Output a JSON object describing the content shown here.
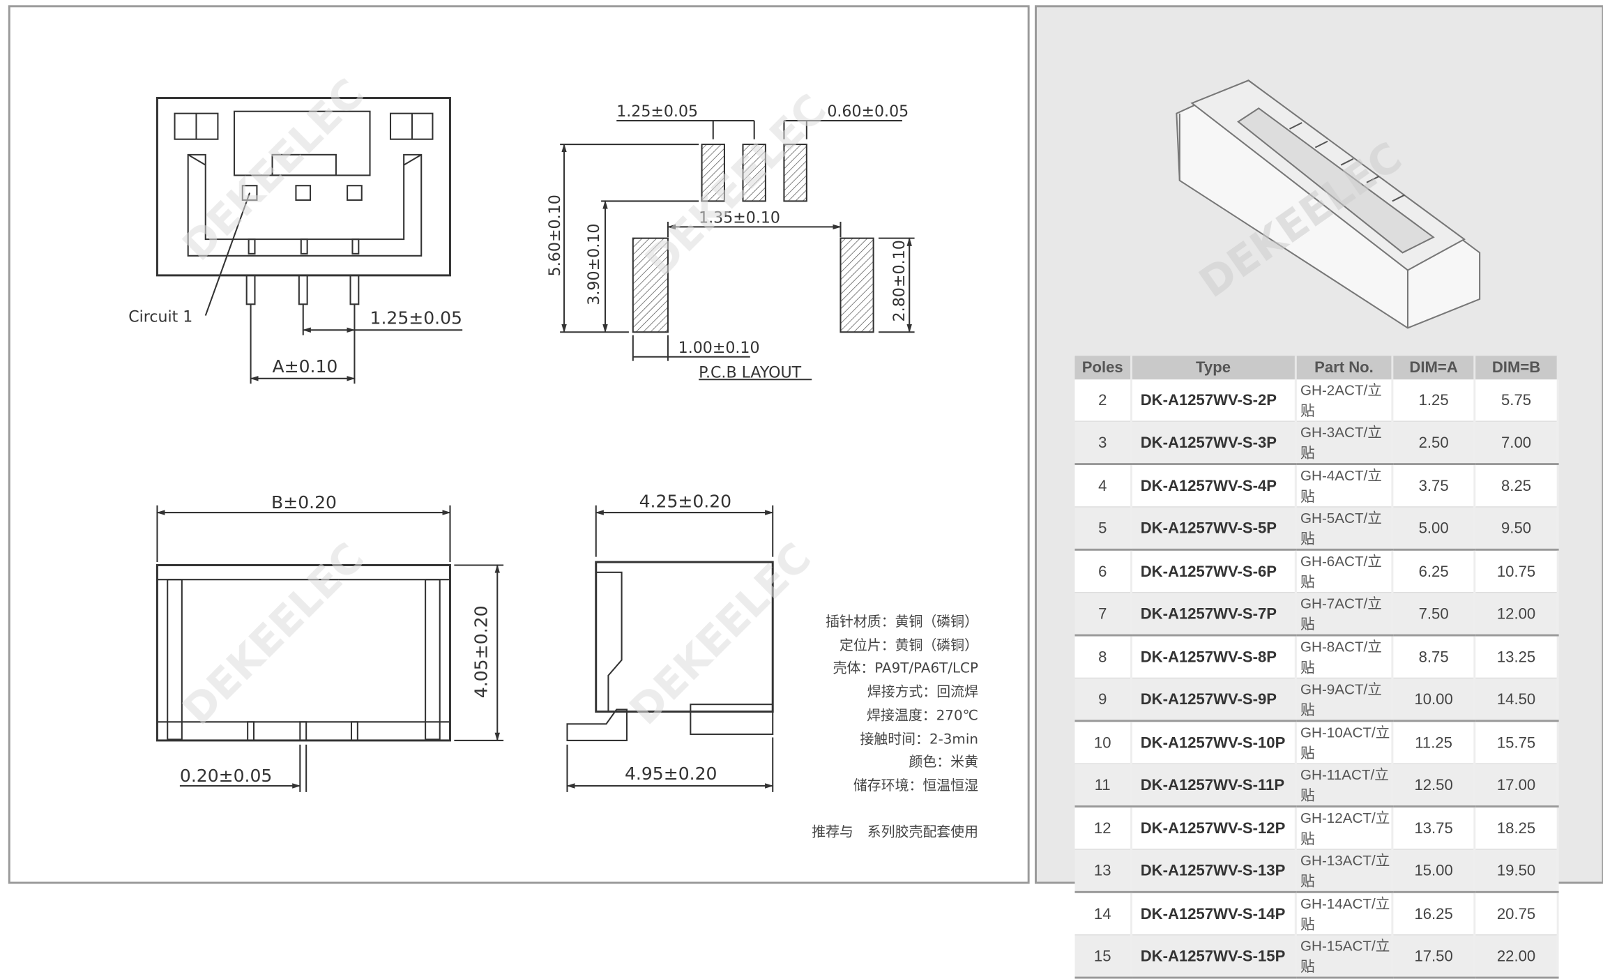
{
  "drawing": {
    "circuit_label": "Circuit 1",
    "pitch": "1.25±0.05",
    "dim_a": "A±0.10",
    "pcb": {
      "pitch": "1.25±0.05",
      "pad_width": "0.60±0.05",
      "gap": "1.35±0.10",
      "total": "5.60±0.10",
      "span": "3.90±0.10",
      "side_pad": "2.80±0.10",
      "side_width": "1.00±0.10",
      "title": "P.C.B LAYOUT"
    },
    "front": {
      "width": "B±0.20",
      "height": "4.05±0.20",
      "pin": "0.20±0.05"
    },
    "side": {
      "top": "4.25±0.20",
      "bottom": "4.95±0.20"
    },
    "watermark": "DEKEELEC"
  },
  "notes": [
    "插针材质：黄铜（磷铜）",
    "定位片：黄铜（磷铜）",
    "壳体：PA9T/PA6T/LCP",
    "焊接方式：回流焊",
    "焊接温度：270℃",
    "接触时间：2-3min",
    "颜色：米黄",
    "储存环境：恒温恒湿"
  ],
  "footnote": "推荐与　系列胶壳配套使用",
  "table": {
    "headers": [
      "Poles",
      "Type",
      "Part No.",
      "DIM=A",
      "DIM=B"
    ],
    "rows": [
      [
        "2",
        "DK-A1257WV-S-2P",
        "GH-2ACT/立贴",
        "1.25",
        "5.75"
      ],
      [
        "3",
        "DK-A1257WV-S-3P",
        "GH-3ACT/立贴",
        "2.50",
        "7.00"
      ],
      [
        "4",
        "DK-A1257WV-S-4P",
        "GH-4ACT/立贴",
        "3.75",
        "8.25"
      ],
      [
        "5",
        "DK-A1257WV-S-5P",
        "GH-5ACT/立贴",
        "5.00",
        "9.50"
      ],
      [
        "6",
        "DK-A1257WV-S-6P",
        "GH-6ACT/立贴",
        "6.25",
        "10.75"
      ],
      [
        "7",
        "DK-A1257WV-S-7P",
        "GH-7ACT/立贴",
        "7.50",
        "12.00"
      ],
      [
        "8",
        "DK-A1257WV-S-8P",
        "GH-8ACT/立贴",
        "8.75",
        "13.25"
      ],
      [
        "9",
        "DK-A1257WV-S-9P",
        "GH-9ACT/立贴",
        "10.00",
        "14.50"
      ],
      [
        "10",
        "DK-A1257WV-S-10P",
        "GH-10ACT/立贴",
        "11.25",
        "15.75"
      ],
      [
        "11",
        "DK-A1257WV-S-11P",
        "GH-11ACT/立贴",
        "12.50",
        "17.00"
      ],
      [
        "12",
        "DK-A1257WV-S-12P",
        "GH-12ACT/立贴",
        "13.75",
        "18.25"
      ],
      [
        "13",
        "DK-A1257WV-S-13P",
        "GH-13ACT/立贴",
        "15.00",
        "19.50"
      ],
      [
        "14",
        "DK-A1257WV-S-14P",
        "GH-14ACT/立贴",
        "16.25",
        "20.75"
      ],
      [
        "15",
        "DK-A1257WV-S-15P",
        "GH-15ACT/立贴",
        "17.50",
        "22.00"
      ]
    ]
  }
}
